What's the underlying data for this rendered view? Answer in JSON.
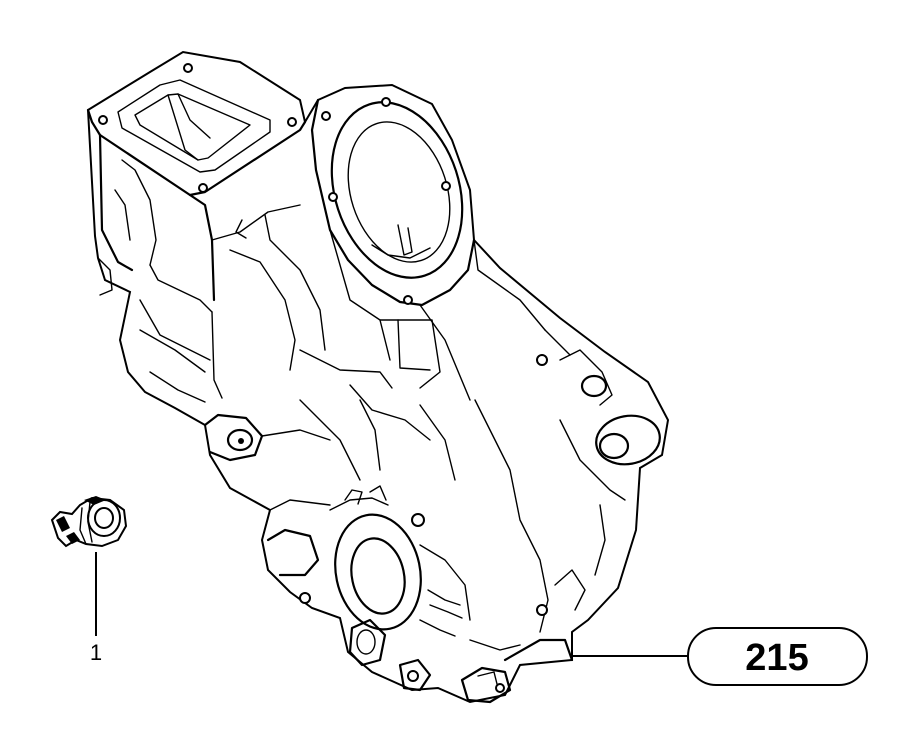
{
  "parts": [
    {
      "ref": "1",
      "name_icon": "pressure-switch-icon"
    },
    {
      "ref": "215",
      "name_icon": "timing-cover-housing-icon"
    }
  ],
  "labels": {
    "part_1": "1",
    "part_215": "215"
  },
  "colors": {
    "line": "#000000",
    "background": "#ffffff"
  }
}
